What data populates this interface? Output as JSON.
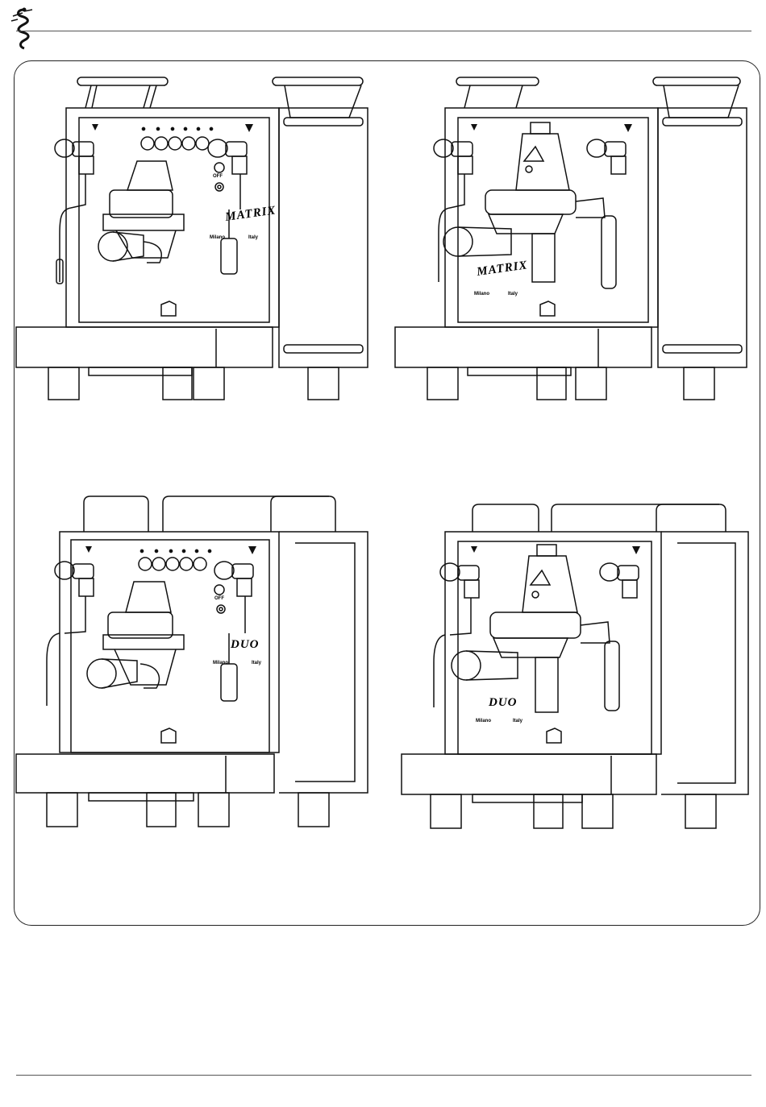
{
  "header": {
    "logo_icon": "biscione-serpent-logo-icon"
  },
  "figures": [
    {
      "id": "matrix-single",
      "brand_label": "MATRIX",
      "city_left": "Milano",
      "city_right": "Italy",
      "switch_label": "OFF",
      "variant": "multiboiler",
      "panel": "controls"
    },
    {
      "id": "matrix-side",
      "brand_label": "MATRIX",
      "city_left": "Milano",
      "city_right": "Italy",
      "variant": "multiboiler",
      "panel": "group"
    },
    {
      "id": "duo-single",
      "brand_label": "DUO",
      "city_left": "Milano",
      "city_right": "Italy",
      "switch_label": "OFF",
      "variant": "duo",
      "panel": "controls"
    },
    {
      "id": "duo-side",
      "brand_label": "DUO",
      "city_left": "Milano",
      "city_right": "Italy",
      "variant": "duo",
      "panel": "group"
    }
  ],
  "colors": {
    "line": "#111111",
    "frame": "#222222",
    "rule": "#555555"
  }
}
